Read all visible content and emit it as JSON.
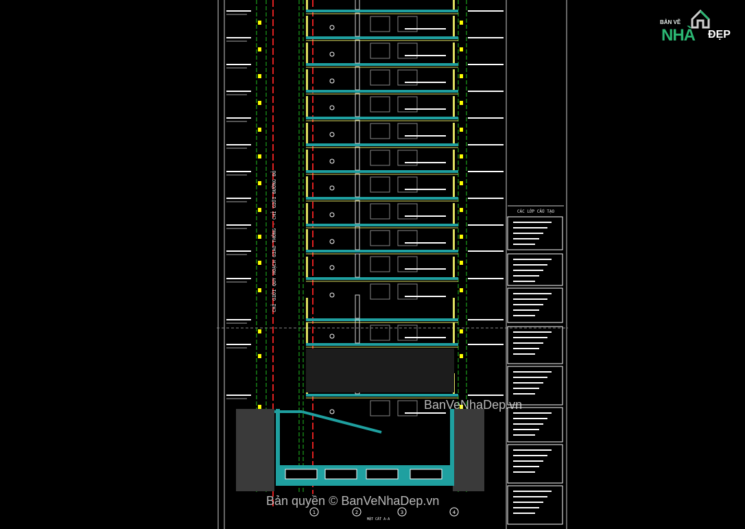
{
  "drawing": {
    "vertical_label": "CHỈ GIỚI QUY HOẠCH GIAO THÔNG - CHỈ GIỚI ĐƯỜNG ĐỎ",
    "section_title": "MẶT CẮT A-A",
    "grid_axes": [
      "1",
      "2",
      "3",
      "4"
    ],
    "side_panel_title": "CÁC LỚP CẤU TẠO",
    "colors": {
      "background": "#000000",
      "frame": "#cfcfcf",
      "wall": "#e0e060",
      "slab": "#1fa0a0",
      "red_line": "#e02020",
      "green_line": "#20c020",
      "marker_yellow": "#ffff00",
      "white": "#ffffff"
    }
  },
  "logo": {
    "small_text": "BẢN VẼ",
    "brand_main": "NHÀ",
    "brand_suffix": "ĐẸP"
  },
  "watermarks": {
    "right": "BanVeNhaDep.vn",
    "bottom": "Bản quyền © BanVeNhaDep.vn"
  }
}
